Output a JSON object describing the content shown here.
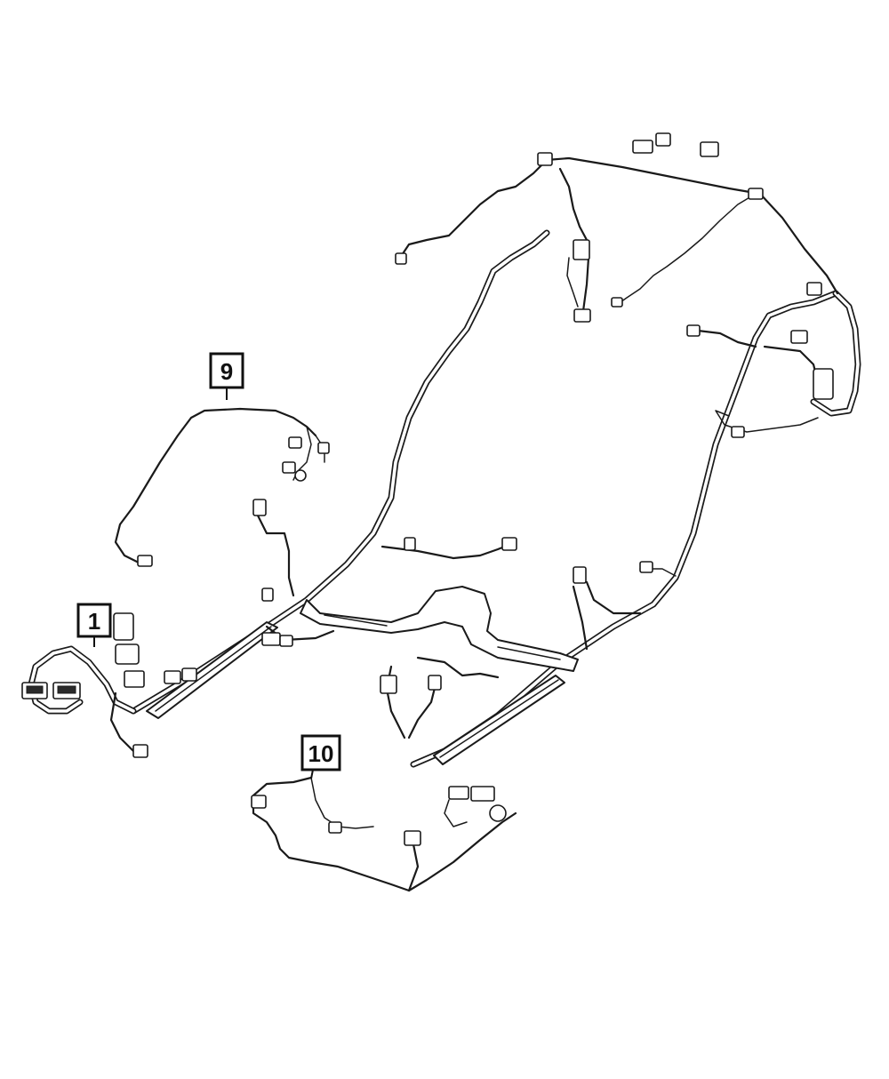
{
  "callouts": [
    {
      "id": "callout-1",
      "label": "1"
    },
    {
      "id": "callout-9",
      "label": "9"
    },
    {
      "id": "callout-10",
      "label": "10"
    }
  ],
  "colors": {
    "line": "#1a1a1a",
    "background": "#ffffff"
  }
}
